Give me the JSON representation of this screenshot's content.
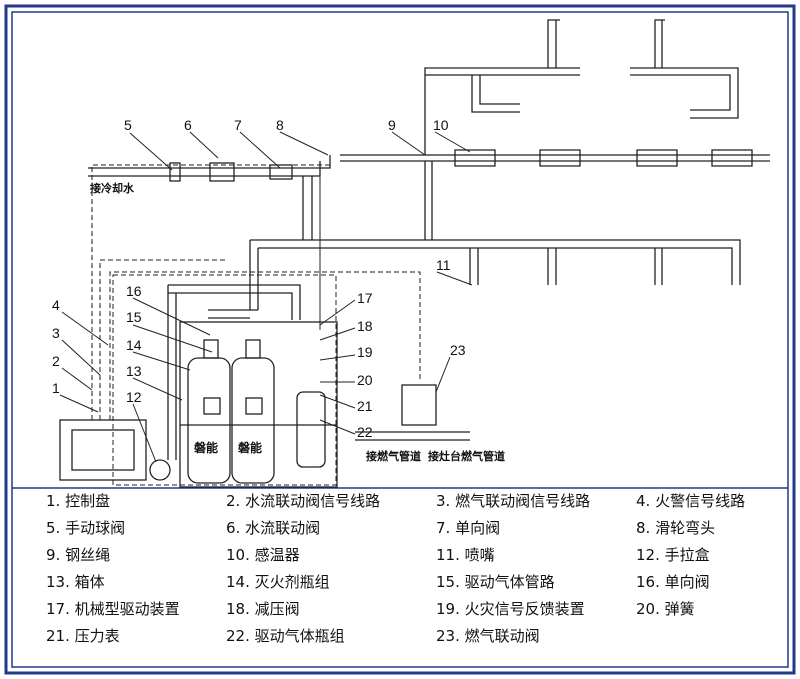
{
  "diagram": {
    "callouts": [
      "1",
      "2",
      "3",
      "4",
      "5",
      "6",
      "7",
      "8",
      "9",
      "10",
      "11",
      "12",
      "13",
      "14",
      "15",
      "16",
      "17",
      "18",
      "19",
      "20",
      "21",
      "22",
      "23"
    ],
    "annotations": {
      "cooling_water": "接冷却水",
      "gas_pipe": "接燃气管道",
      "stove_gas_pipe": "接灶台燃气管道",
      "cylinder_mark": "磐能"
    },
    "legend": [
      "1. 控制盘",
      "2. 水流联动阀信号线路",
      "3. 燃气联动阀信号线路",
      "4. 火警信号线路",
      "5. 手动球阀",
      "6. 水流联动阀",
      "7. 单向阀",
      "8. 滑轮弯头",
      "9. 钢丝绳",
      "10. 感温器",
      "11. 喷嘴",
      "12. 手拉盒",
      "13. 箱体",
      "14. 灭火剂瓶组",
      "15. 驱动气体管路",
      "16. 单向阀",
      "17. 机械型驱动装置",
      "18. 减压阀",
      "19. 火灾信号反馈装置",
      "20. 弹簧",
      "21. 压力表",
      "22. 驱动气体瓶组",
      "23. 燃气联动阀"
    ],
    "colors": {
      "frame": "#1f3a8a",
      "line": "#222222"
    }
  }
}
